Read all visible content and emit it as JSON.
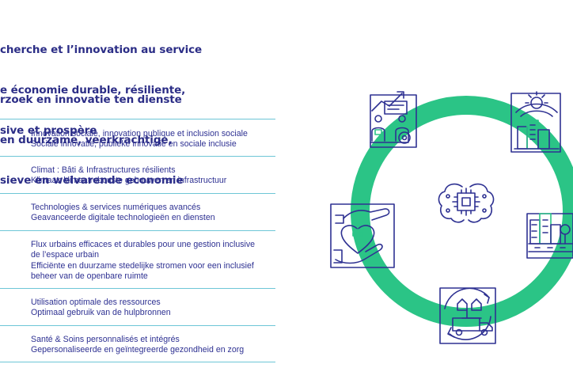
{
  "headline": {
    "fr": [
      "cherche et l’innovation au service",
      "e économie durable, résiliente,",
      "sive et prospère"
    ],
    "nl": [
      "rzoek en innovatie ten dienste",
      "en duurzame, veerkrachtige,",
      "sieve en welvarende economie"
    ]
  },
  "items": [
    {
      "lines": [
        "Innovation sociale, innovation publique et inclusion sociale",
        "Sociale innovatie, publieke innovatie en sociale inclusie"
      ]
    },
    {
      "lines": [
        "Climat : Bâti & Infrastructures résilients",
        "Klimaat: klimaatrobuuste gebouwen en infrastructuur"
      ]
    },
    {
      "lines": [
        "Technologies & services numériques avancés",
        "Geavanceerde digitale technologieën en diensten"
      ]
    },
    {
      "lines": [
        "Flux urbains efficaces et durables pour une gestion inclusive",
        "de l’espace urbain",
        "Efficiënte en duurzame stedelijke stromen voor een inclusief",
        "beheer van de openbare ruimte"
      ]
    },
    {
      "lines": [
        "Utilisation optimale des ressources",
        "Optimaal gebruik van de hulpbronnen"
      ]
    },
    {
      "lines": [
        "Santé & Soins personnalisés et intégrés",
        "Gepersonaliseerde en geïntegreerde gezondheid en zorg"
      ]
    }
  ],
  "diagram": {
    "ring_color": "#2bc486",
    "icon_color": "#2e3192",
    "icons": [
      "brain-chip-icon",
      "growth-chart-people-icon",
      "sun-city-icon",
      "city-buildings-icon",
      "recycling-truck-icon",
      "health-hands-icon"
    ]
  }
}
